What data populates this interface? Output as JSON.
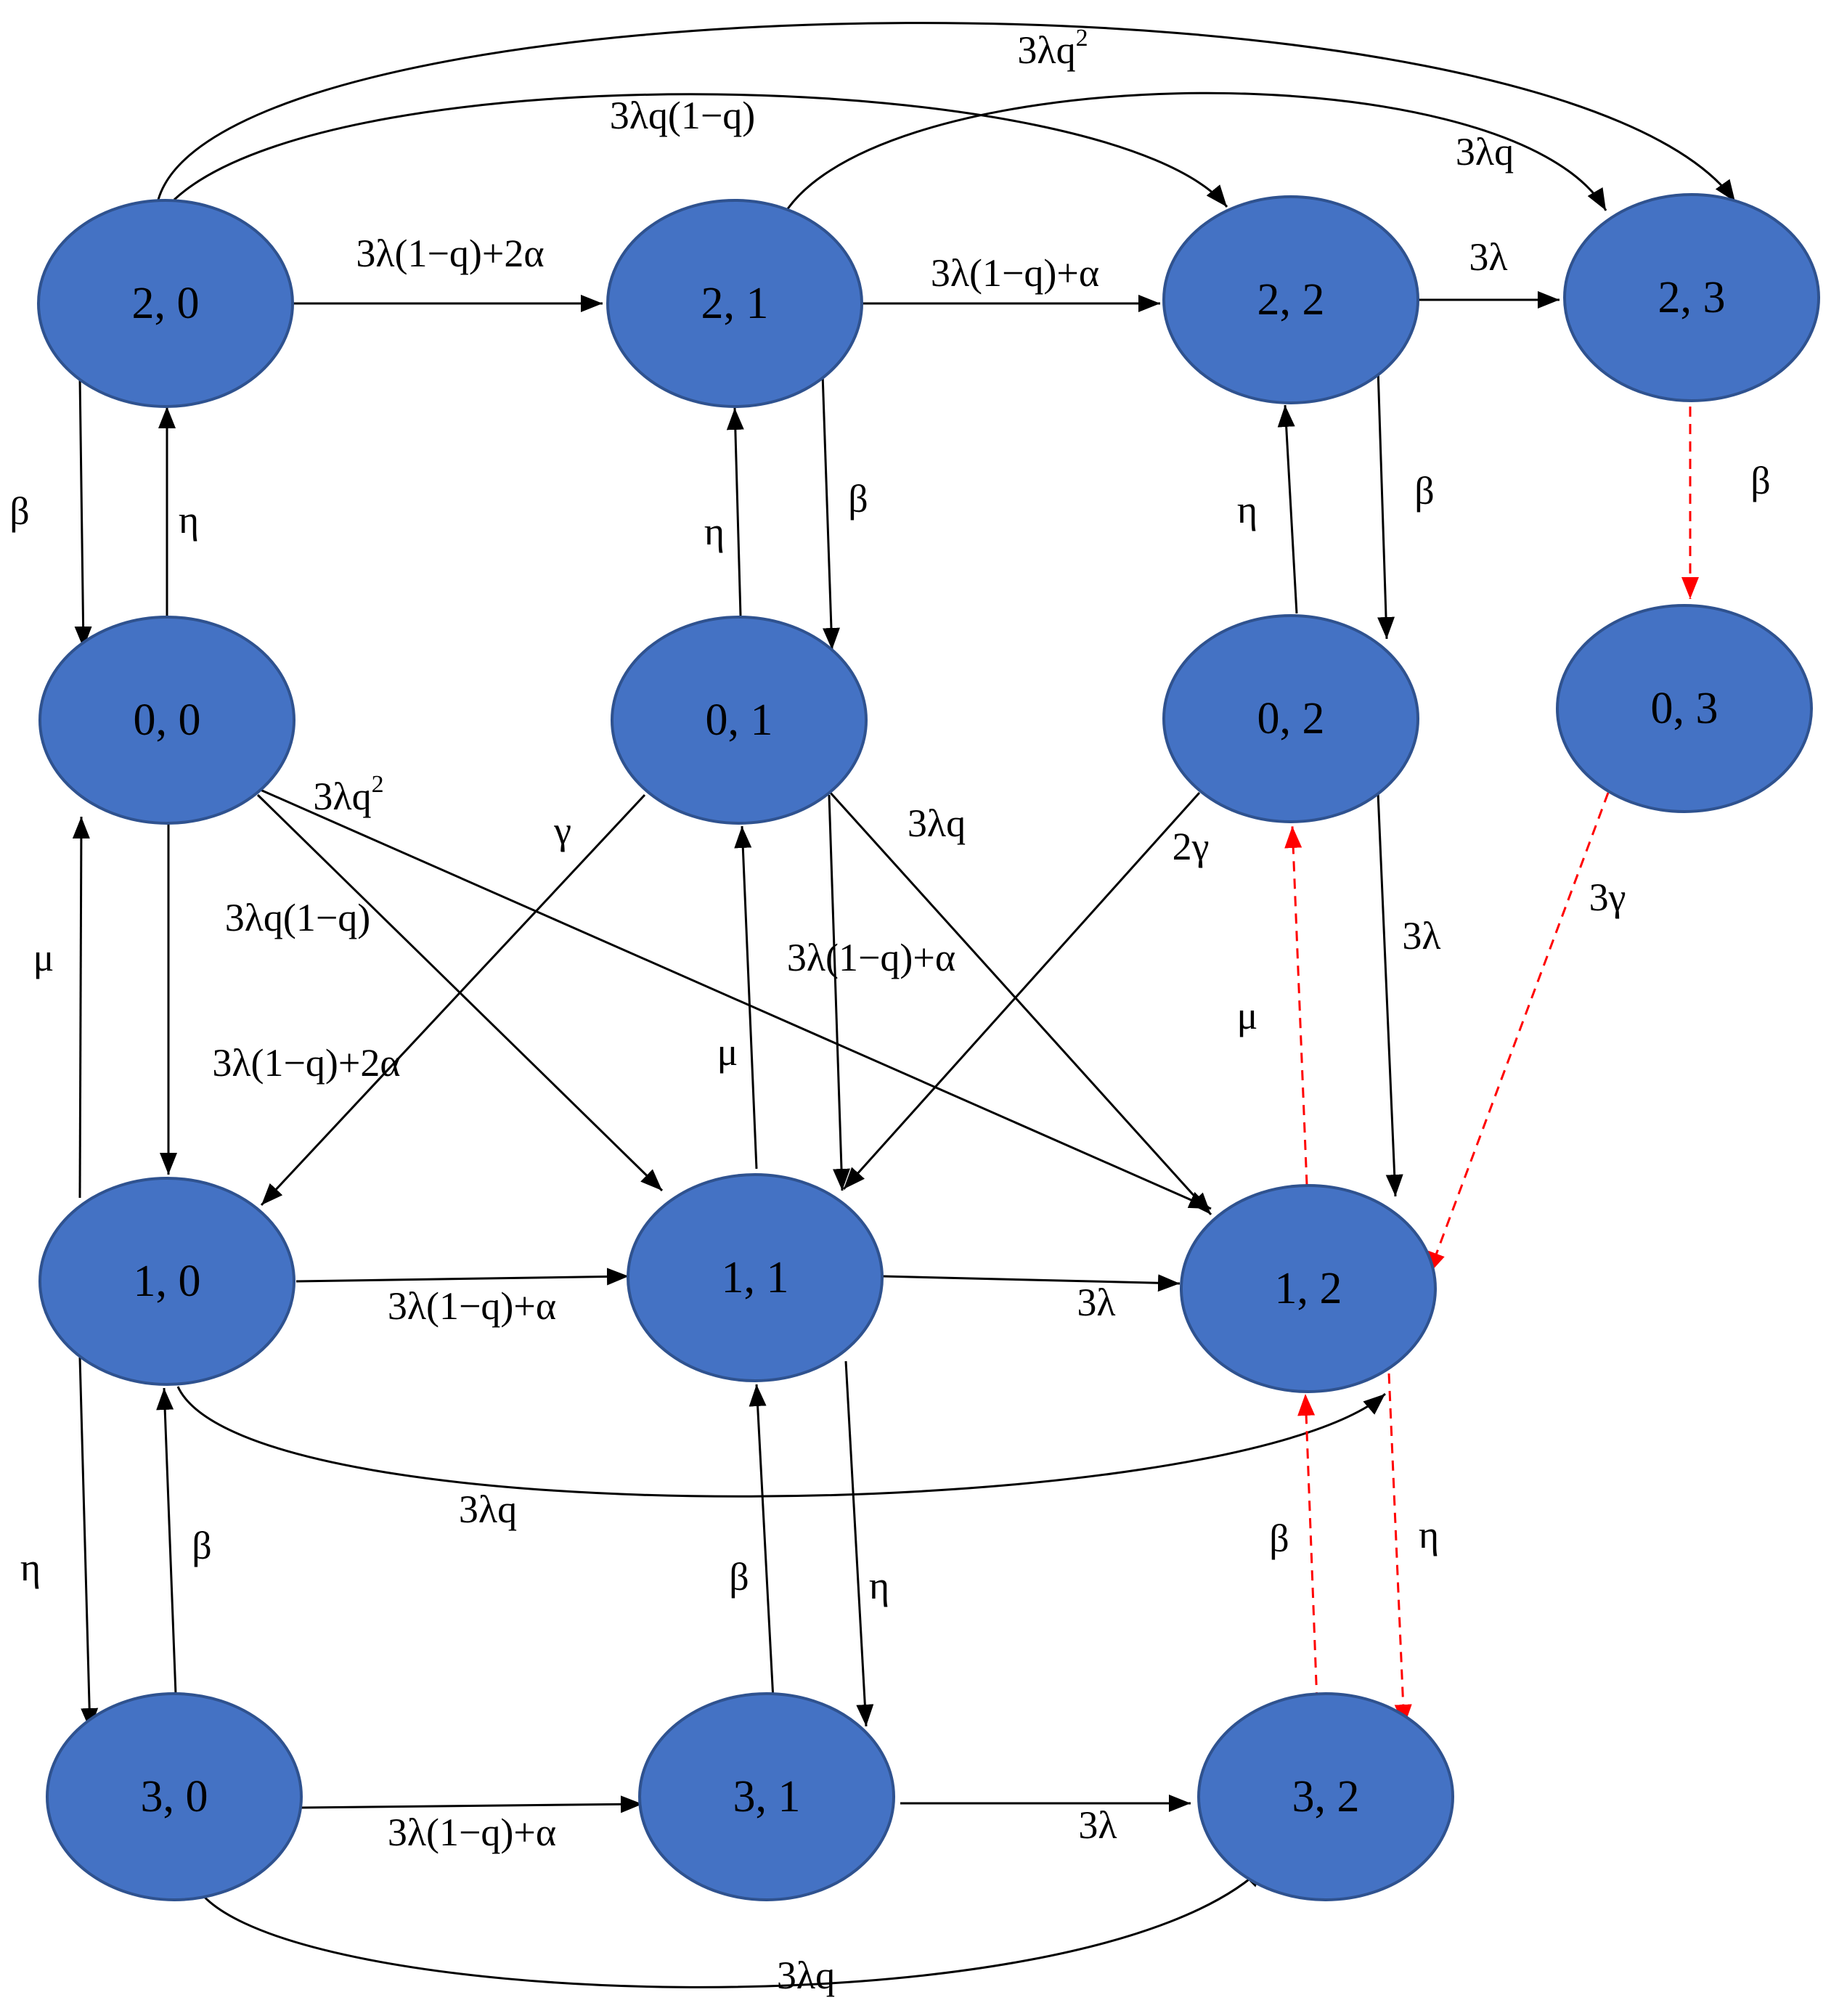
{
  "colors": {
    "node_fill": "#4472c4",
    "node_stroke": "#2f528f",
    "edge": "#000000",
    "red_edge": "#ff0000"
  },
  "nodes": [
    {
      "id": "n20",
      "label": "2, 0"
    },
    {
      "id": "n21",
      "label": "2, 1"
    },
    {
      "id": "n22",
      "label": "2, 2"
    },
    {
      "id": "n23",
      "label": "2, 3"
    },
    {
      "id": "n00",
      "label": "0, 0"
    },
    {
      "id": "n01",
      "label": "0, 1"
    },
    {
      "id": "n02",
      "label": "0, 2"
    },
    {
      "id": "n03",
      "label": "0, 3"
    },
    {
      "id": "n10",
      "label": "1, 0"
    },
    {
      "id": "n11",
      "label": "1, 1"
    },
    {
      "id": "n12",
      "label": "1, 2"
    },
    {
      "id": "n30",
      "label": "3, 0"
    },
    {
      "id": "n31",
      "label": "3, 1"
    },
    {
      "id": "n32",
      "label": "3, 2"
    }
  ],
  "edges": [
    {
      "from": "n20",
      "to": "n21",
      "label": "3λ(1−q)+2α",
      "style": "solid"
    },
    {
      "from": "n21",
      "to": "n22",
      "label": "3λ(1−q)+α",
      "style": "solid"
    },
    {
      "from": "n22",
      "to": "n23",
      "label": "3λ",
      "style": "solid"
    },
    {
      "from": "n20",
      "to": "n23",
      "label": "3λq",
      "label_sup": "2",
      "style": "solid"
    },
    {
      "from": "n20",
      "to": "n22",
      "label": "3λq(1−q)",
      "style": "solid"
    },
    {
      "from": "n21",
      "to": "n23",
      "label": "3λq",
      "style": "solid"
    },
    {
      "from": "n20",
      "to": "n00",
      "label": "β",
      "style": "solid"
    },
    {
      "from": "n00",
      "to": "n20",
      "label": "η",
      "style": "solid"
    },
    {
      "from": "n01",
      "to": "n21",
      "label": "η",
      "style": "solid"
    },
    {
      "from": "n21",
      "to": "n01",
      "label": "β",
      "style": "solid"
    },
    {
      "from": "n02",
      "to": "n22",
      "label": "η",
      "style": "solid"
    },
    {
      "from": "n22",
      "to": "n02",
      "label": "β",
      "style": "solid"
    },
    {
      "from": "n23",
      "to": "n03",
      "label": "β",
      "style": "dashed"
    },
    {
      "from": "n00",
      "to": "n11",
      "label": "3λq",
      "label_sup": "2",
      "style": "solid"
    },
    {
      "from": "n00",
      "to": "n12",
      "label": "3λq(1−q)",
      "style": "solid"
    },
    {
      "from": "n00",
      "to": "n10",
      "label": "3λ(1−q)+2α",
      "style": "solid"
    },
    {
      "from": "n01",
      "to": "n10",
      "label": "γ",
      "style": "solid"
    },
    {
      "from": "n01",
      "to": "n12",
      "label": "3λq",
      "style": "solid"
    },
    {
      "from": "n01",
      "to": "n11",
      "label": "3λ(1−q)+α",
      "style": "solid"
    },
    {
      "from": "n02",
      "to": "n11",
      "label": "2γ",
      "style": "solid"
    },
    {
      "from": "n02",
      "to": "n12",
      "label": "3λ",
      "style": "solid"
    },
    {
      "from": "n03",
      "to": "n12",
      "label": "3γ",
      "style": "dashed"
    },
    {
      "from": "n10",
      "to": "n00",
      "label": "μ",
      "style": "solid"
    },
    {
      "from": "n11",
      "to": "n01",
      "label": "μ",
      "style": "solid"
    },
    {
      "from": "n12",
      "to": "n02",
      "label": "μ",
      "style": "dashed"
    },
    {
      "from": "n10",
      "to": "n11",
      "label": "3λ(1−q)+α",
      "style": "solid"
    },
    {
      "from": "n11",
      "to": "n12",
      "label": "3λ",
      "style": "solid"
    },
    {
      "from": "n10",
      "to": "n12",
      "label": "3λq",
      "style": "solid"
    },
    {
      "from": "n10",
      "to": "n30",
      "label": "η",
      "style": "solid"
    },
    {
      "from": "n30",
      "to": "n10",
      "label": "β",
      "style": "solid"
    },
    {
      "from": "n31",
      "to": "n11",
      "label": "β",
      "style": "solid"
    },
    {
      "from": "n11",
      "to": "n31",
      "label": "η",
      "style": "solid"
    },
    {
      "from": "n32",
      "to": "n12",
      "label": "β",
      "style": "dashed"
    },
    {
      "from": "n12",
      "to": "n32",
      "label": "η",
      "style": "dashed"
    },
    {
      "from": "n30",
      "to": "n31",
      "label": "3λ(1−q)+α",
      "style": "solid"
    },
    {
      "from": "n31",
      "to": "n32",
      "label": "3λ",
      "style": "solid"
    },
    {
      "from": "n30",
      "to": "n32",
      "label": "3λq",
      "style": "solid"
    }
  ]
}
